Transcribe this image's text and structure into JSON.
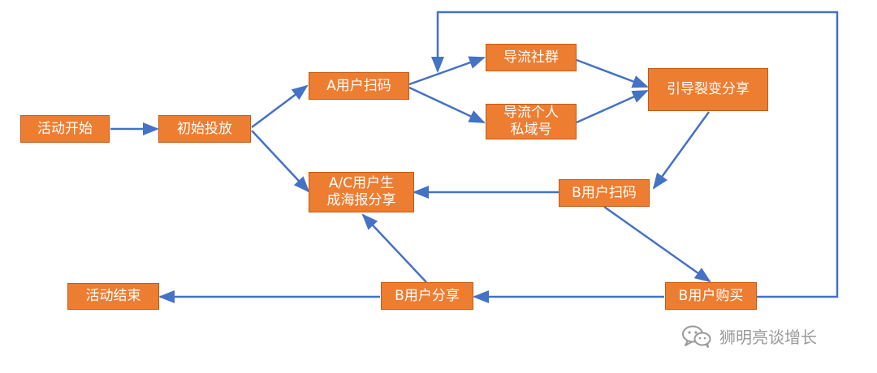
{
  "nodes": {
    "start": "活动开始",
    "launch": "初始投放",
    "a_scan": "A用户扫码",
    "community": "导流社群",
    "private": "导流个人\n私域号",
    "referral": "引导裂变分享",
    "poster": "A/C用户生\n成海报分享",
    "b_scan": "B用户扫码",
    "end": "活动结束",
    "b_share": "B用户分享",
    "b_buy": "B用户购买"
  },
  "watermark": {
    "text": "狮明亮谈增长",
    "icon": "wechat-icon"
  },
  "colors": {
    "node_fill": "#ED7D31",
    "node_border": "#C55A11",
    "arrow": "#4472C4",
    "node_text": "#FFFFFF",
    "watermark": "#9A9A9A"
  }
}
